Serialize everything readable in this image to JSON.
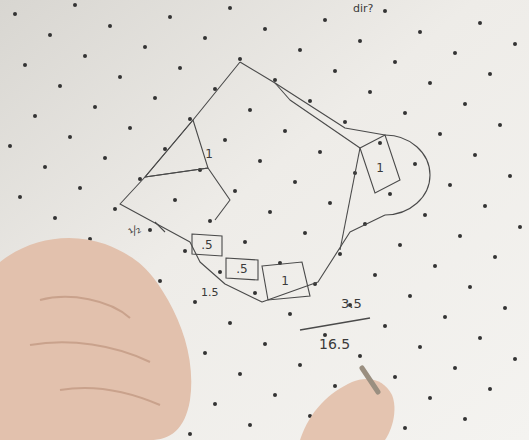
{
  "diagram": {
    "nodes": [
      {
        "text": [
          "1"
        ]
      },
      {
        "text": [
          "1"
        ]
      },
      {
        "text": [
          ".5"
        ]
      },
      {
        "text": [
          ".5"
        ]
      },
      {
        "text": [
          "1"
        ]
      }
    ],
    "labels": [
      "dir?",
      "½",
      "1.5",
      "3.5",
      "16.5"
    ]
  }
}
